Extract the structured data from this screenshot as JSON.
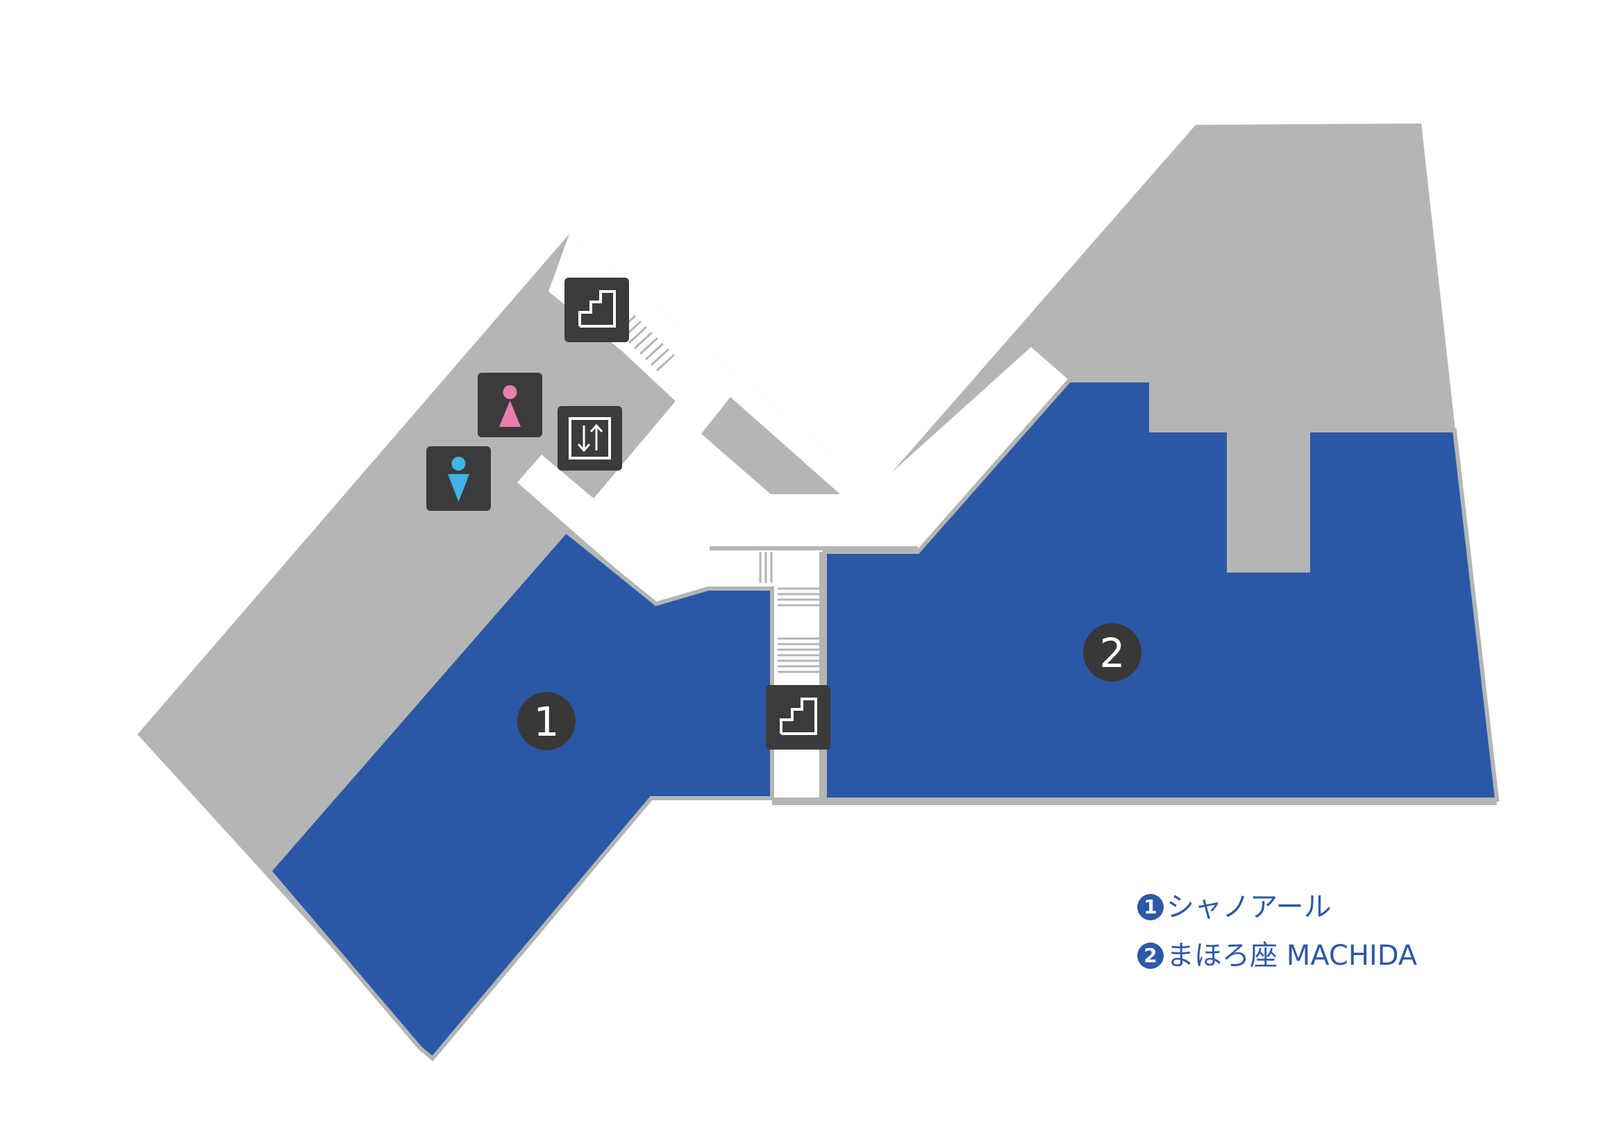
{
  "colors": {
    "store": "#2a58a6",
    "common_area": "#b4b5b5",
    "corridor": "#ffffff",
    "pictogram_bg": "#3c3a3a",
    "marker_bg": "#3a3737",
    "female": "#e97fb0",
    "male": "#42b3e6",
    "legend_text": "#2d59a6"
  },
  "map": {
    "facility_icons": [
      {
        "name": "stairs-icon",
        "meaning": "stairs"
      },
      {
        "name": "female-restroom-icon",
        "meaning": "women's restroom"
      },
      {
        "name": "elevator-icon",
        "meaning": "elevator"
      },
      {
        "name": "male-restroom-icon",
        "meaning": "men's restroom"
      },
      {
        "name": "stairs-icon",
        "meaning": "stairs"
      }
    ],
    "markers": [
      {
        "number": "1"
      },
      {
        "number": "2"
      }
    ]
  },
  "legend": {
    "items": [
      {
        "number": "1",
        "label": "シャノアール"
      },
      {
        "number": "2",
        "label": "まほろ座 MACHIDA"
      }
    ]
  }
}
